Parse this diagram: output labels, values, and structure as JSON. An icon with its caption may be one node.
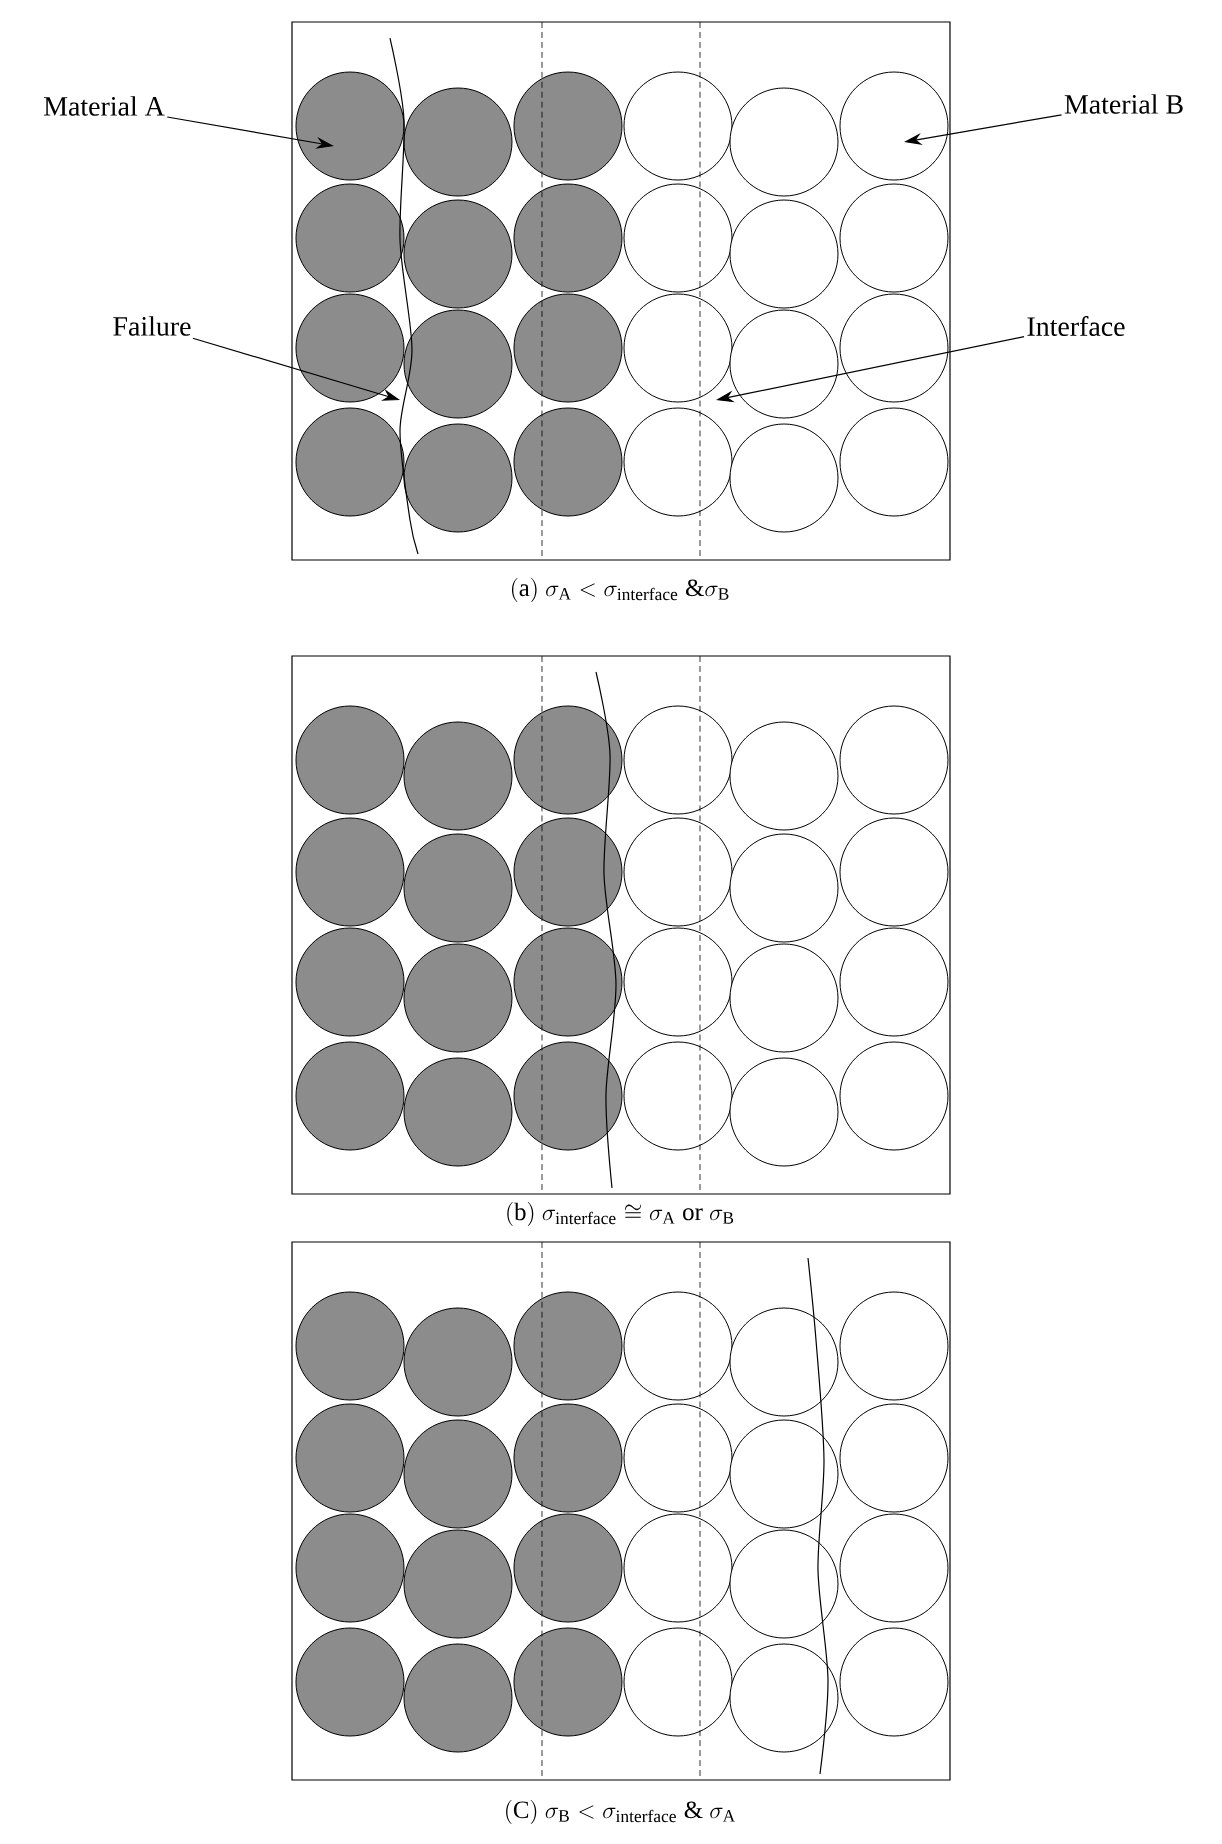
{
  "diagram": {
    "nodes": [
      {
        "text": [
          "Material A"
        ]
      },
      {
        "text": [
          "Material B"
        ]
      },
      {
        "text": [
          "Failure"
        ]
      },
      {
        "text": [
          "Interface"
        ]
      }
    ],
    "edges": [
      {
        "from": 0,
        "to": null,
        "arrow": "to"
      },
      {
        "from": 1,
        "to": null,
        "arrow": "to"
      },
      {
        "from": 2,
        "to": null,
        "arrow": "to"
      },
      {
        "from": 3,
        "to": null,
        "arrow": "to"
      }
    ],
    "labels": [
      "\\mathrm{(a)}\\ \\sigma_{\\mathrm{A}} < \\sigma_{\\mathrm{interface}}\\ \\&\\sigma_{\\mathrm{B}}",
      "\\mathrm{(b)}\\ \\sigma_{\\mathrm{interface}} \\cong \\sigma_{\\mathrm{A}}\\ \\mathrm{or}\\ \\sigma_{\\mathrm{B}}",
      "\\mathrm{(C)}\\ \\sigma_{\\mathrm{B}} < \\sigma_{\\mathrm{interface}}\\ \\&\\ \\sigma_{\\mathrm{A}}"
    ]
  }
}
